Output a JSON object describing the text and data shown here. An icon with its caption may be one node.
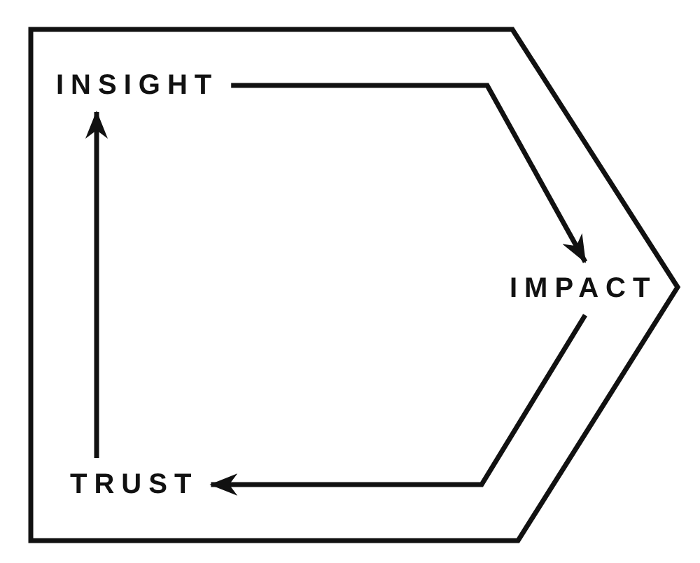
{
  "diagram": {
    "nodes": [
      {
        "text": [],
        "shape": "pentagon"
      },
      {
        "text": [
          "INSIGHT"
        ],
        "in": 0
      },
      {
        "text": [
          "IMPACT"
        ],
        "in": 0
      },
      {
        "text": [
          "TRUST"
        ],
        "in": 0
      }
    ],
    "edges": [
      {
        "from": 1,
        "to": 2,
        "arrow": "to"
      },
      {
        "from": 2,
        "to": 3,
        "arrow": "to"
      },
      {
        "from": 3,
        "to": 1,
        "arrow": "to"
      }
    ]
  }
}
